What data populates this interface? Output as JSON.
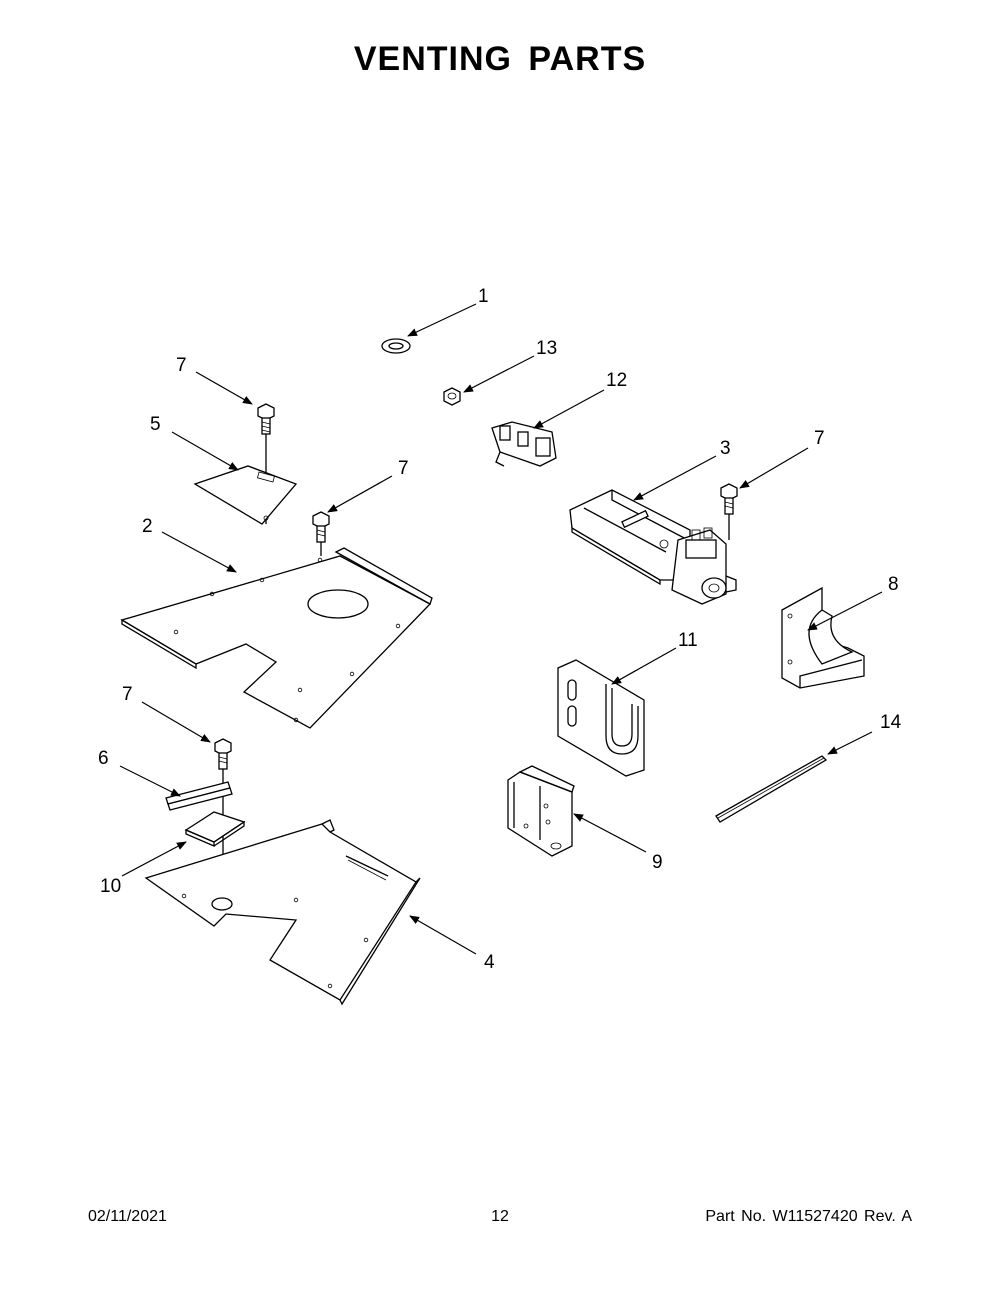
{
  "title": "VENTING PARTS",
  "footer": {
    "date": "02/11/2021",
    "page": "12",
    "part": "Part No.  W11527420  Rev.  A"
  },
  "callouts": {
    "c1": "1",
    "c13": "13",
    "c12": "12",
    "c7a": "7",
    "c5": "5",
    "c7b": "7",
    "c3": "3",
    "c7c": "7",
    "c2": "2",
    "c8": "8",
    "c11": "11",
    "c7d": "7",
    "c14": "14",
    "c6": "6",
    "c9": "9",
    "c10": "10",
    "c4": "4"
  }
}
